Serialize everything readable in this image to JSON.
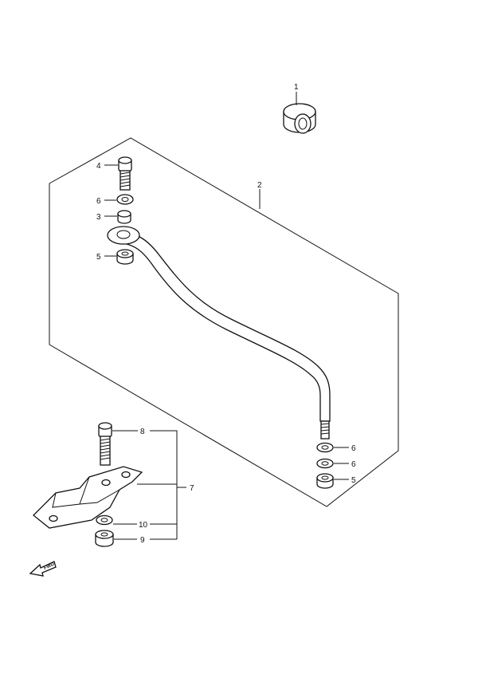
{
  "callouts": {
    "c1": "1",
    "c2": "2",
    "c3": "3",
    "c4": "4",
    "c5a": "5",
    "c5b": "5",
    "c6a": "6",
    "c6b": "6",
    "c6c": "6",
    "c7": "7",
    "c8": "8",
    "c9": "9",
    "c10": "10"
  },
  "direction_label": "FWD",
  "colors": {
    "ink": "#111111",
    "paper": "#ffffff"
  }
}
